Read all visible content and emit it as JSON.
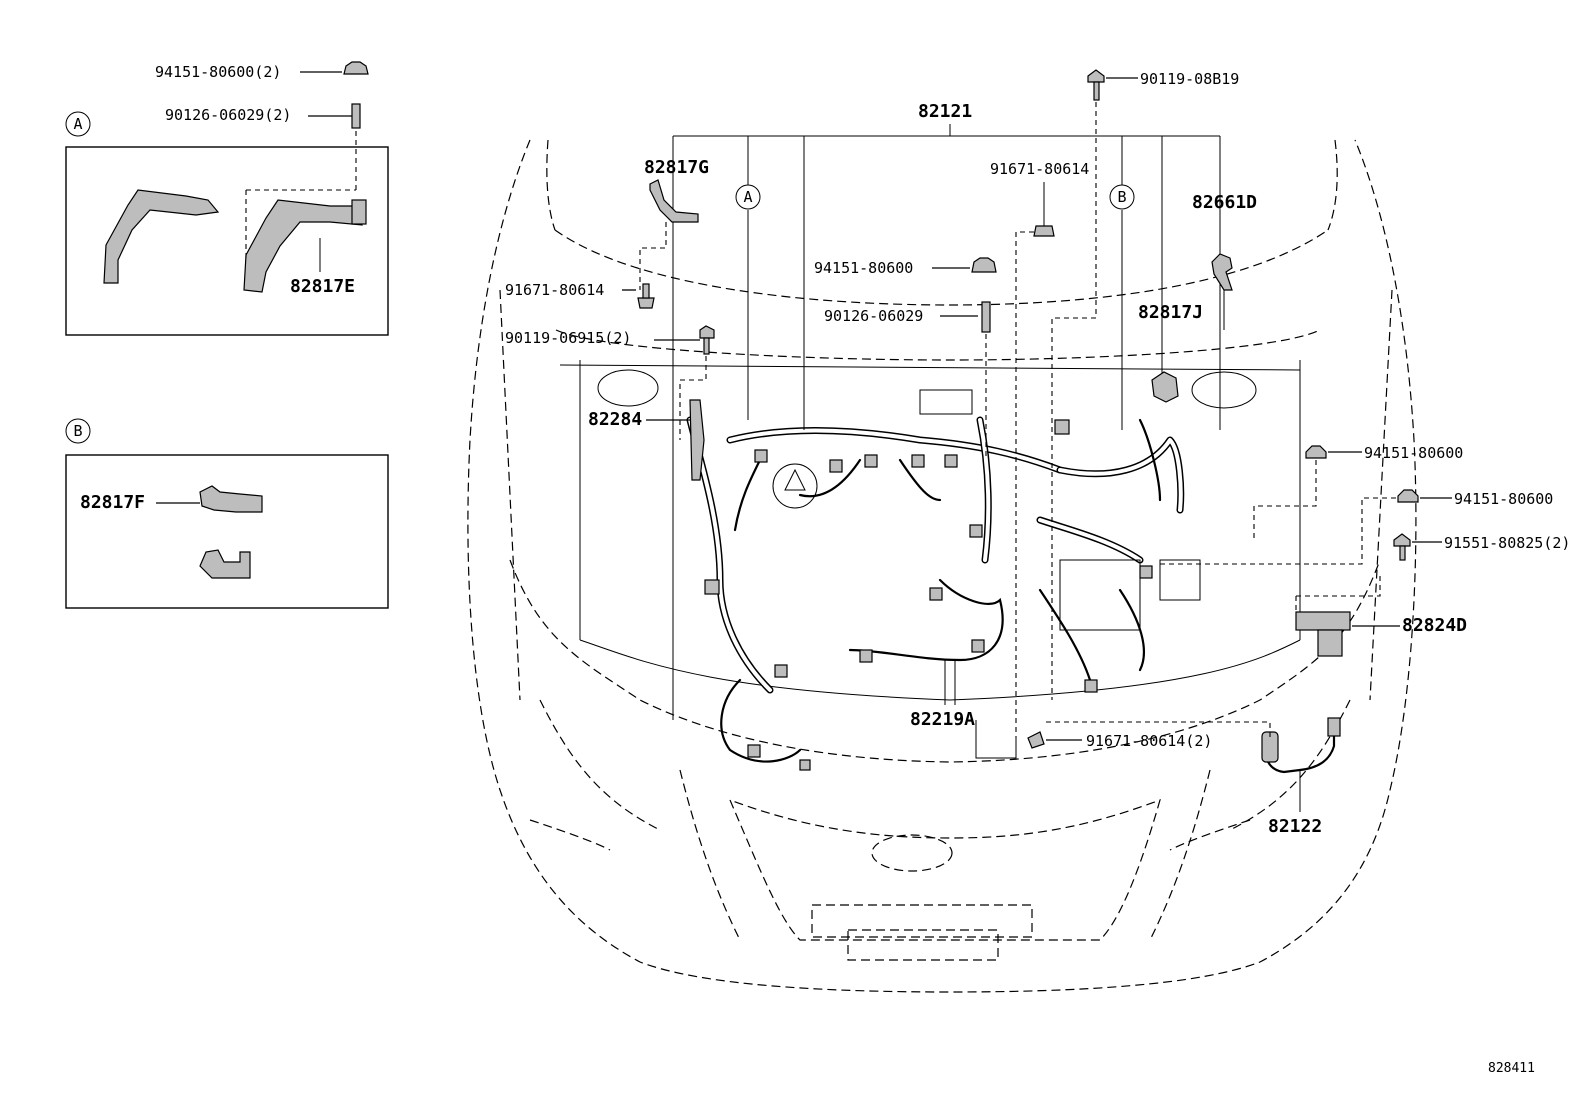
{
  "parts": {
    "p82121": "82121",
    "p82817G": "82817G",
    "p82661D": "82661D",
    "p82817J": "82817J",
    "p82284": "82284",
    "p82219A": "82219A",
    "p82122": "82122",
    "p82824D": "82824D",
    "p82817E": "82817E",
    "p82817F": "82817F",
    "f94151_80600_2": "94151-80600(2)",
    "f90126_06029_2": "90126-06029(2)",
    "f90119_08B19": "90119-08B19",
    "f91671_80614_top": "91671-80614",
    "f94151_80600_mid": "94151-80600",
    "f91671_80614_left": "91671-80614",
    "f90126_06029_mid": "90126-06029",
    "f90119_06915_2": "90119-06915(2)",
    "f94151_80600_r1": "94151-80600",
    "f94151_80600_r2": "94151-80600",
    "f91551_80825_2": "91551-80825(2)",
    "f91671_80614_2": "91671-80614(2)"
  },
  "insets": {
    "a": "A",
    "b": "B"
  },
  "diagram_ref": "828411"
}
